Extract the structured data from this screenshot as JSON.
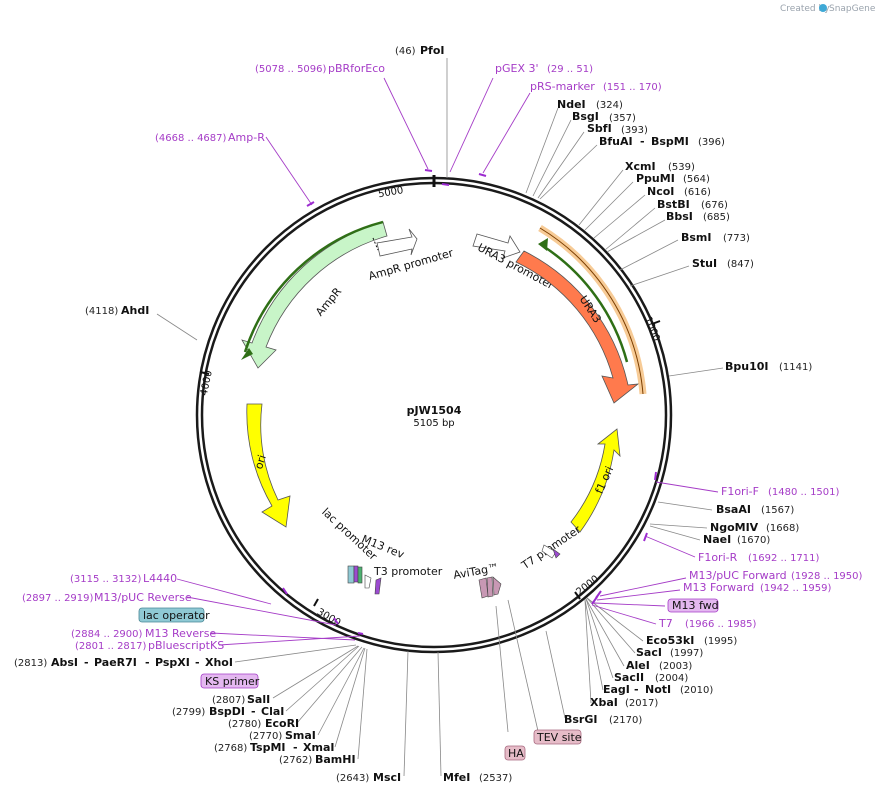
{
  "branding": {
    "created_by": "Created by",
    "product": "SnapGene"
  },
  "plasmid": {
    "name": "pJW1504",
    "length": "5105 bp"
  },
  "ticks": [
    "1000",
    "2000",
    "3000",
    "4000",
    "5000"
  ],
  "sites_top": [
    {
      "name": "PfoI",
      "pos": "(46)"
    },
    {
      "name": "NdeI",
      "pos": "(324)"
    },
    {
      "name": "BsgI",
      "pos": "(357)"
    },
    {
      "name": "SbfI",
      "pos": "(393)"
    },
    {
      "name": "BfuAI",
      "sep": "-",
      "name2": "BspMI",
      "pos": "(396)"
    },
    {
      "name": "XcmI",
      "pos": "(539)"
    },
    {
      "name": "PpuMI",
      "pos": "(564)"
    },
    {
      "name": "NcoI",
      "pos": "(616)"
    },
    {
      "name": "BstBI",
      "pos": "(676)"
    },
    {
      "name": "BbsI",
      "pos": "(685)"
    },
    {
      "name": "BsmI",
      "pos": "(773)"
    },
    {
      "name": "StuI",
      "pos": "(847)"
    },
    {
      "name": "Bpu10I",
      "pos": "(1141)"
    },
    {
      "name": "AhdI",
      "pos": "(4118)"
    }
  ],
  "sites_right": [
    {
      "name": "BsaAI",
      "pos": "(1567)"
    },
    {
      "name": "NgoMIV",
      "pos": "(1668)"
    },
    {
      "name": "NaeI",
      "pos": "(1670)"
    },
    {
      "name": "Eco53kI",
      "pos": "(1995)"
    },
    {
      "name": "SacI",
      "pos": "(1997)"
    },
    {
      "name": "AleI",
      "pos": "(2003)"
    },
    {
      "name": "SacII",
      "pos": "(2004)"
    },
    {
      "name": "EagI",
      "sep": "-",
      "name2": "NotI",
      "pos": "(2010)"
    },
    {
      "name": "XbaI",
      "pos": "(2017)"
    },
    {
      "name": "BsrGI",
      "pos": "(2170)"
    },
    {
      "name": "MfeI",
      "pos": "(2537)"
    }
  ],
  "sites_left": [
    {
      "name": "AbsI",
      "sep": "-",
      "name2": "PaeR7I",
      "sep2": "-",
      "name3": "PspXI",
      "sep3": "-",
      "name4": "XhoI",
      "pos": "(2813)"
    },
    {
      "name": "SalI",
      "pos": "(2807)"
    },
    {
      "name": "BspDI",
      "sep": "-",
      "name2": "ClaI",
      "pos": "(2799)"
    },
    {
      "name": "EcoRI",
      "pos": "(2780)"
    },
    {
      "name": "SmaI",
      "pos": "(2770)"
    },
    {
      "name": "TspMI",
      "sep": "-",
      "name2": "XmaI",
      "pos": "(2768)"
    },
    {
      "name": "BamHI",
      "pos": "(2762)"
    },
    {
      "name": "MscI",
      "pos": "(2643)"
    }
  ],
  "primers": [
    {
      "name": "pBRforEco",
      "range": "(5078 .. 5096)"
    },
    {
      "name": "pGEX 3'",
      "range": "(29 .. 51)"
    },
    {
      "name": "pRS-marker",
      "range": "(151 .. 170)"
    },
    {
      "name": "Amp-R",
      "range": "(4668 .. 4687)"
    },
    {
      "name": "F1ori-F",
      "range": "(1480 .. 1501)"
    },
    {
      "name": "F1ori-R",
      "range": "(1692 .. 1711)"
    },
    {
      "name": "M13/pUC Forward",
      "range": "(1928 .. 1950)"
    },
    {
      "name": "M13 Forward",
      "range": "(1942 .. 1959)"
    },
    {
      "name": "T7",
      "range": "(1966 .. 1985)"
    },
    {
      "name": "L4440",
      "range": "(3115 .. 3132)"
    },
    {
      "name": "M13/pUC Reverse",
      "range": "(2897 .. 2919)"
    },
    {
      "name": "M13 Reverse",
      "range": "(2884 .. 2900)"
    },
    {
      "name": "pBluescriptKS",
      "range": "(2801 .. 2817)"
    }
  ],
  "boxed_labels": [
    {
      "name": "M13 fwd",
      "color": "#e4b8f0"
    },
    {
      "name": "lac operator",
      "color": "#8fc9d4"
    },
    {
      "name": "KS primer",
      "color": "#e4b8f0"
    },
    {
      "name": "TEV site",
      "color": "#e6bcc8"
    },
    {
      "name": "HA",
      "color": "#e6bcc8"
    }
  ],
  "features": [
    {
      "name": "AmpR promoter",
      "color": "#ffffff"
    },
    {
      "name": "AmpR",
      "color": "#c8f5c8"
    },
    {
      "name": "URA3 promoter",
      "color": "#ffffff"
    },
    {
      "name": "URA3",
      "color": "#ff7a4d"
    },
    {
      "name": "ori",
      "color": "#ffff00"
    },
    {
      "name": "f1 ori",
      "color": "#ffff00"
    },
    {
      "name": "lac promoter",
      "color": "#ffffff"
    },
    {
      "name": "M13 rev",
      "color": "#ffffff"
    },
    {
      "name": "T3 promoter",
      "color": "#ffffff"
    },
    {
      "name": "AviTag™",
      "color": "#c898b4"
    },
    {
      "name": "T7 promoter",
      "color": "#ffffff"
    }
  ]
}
